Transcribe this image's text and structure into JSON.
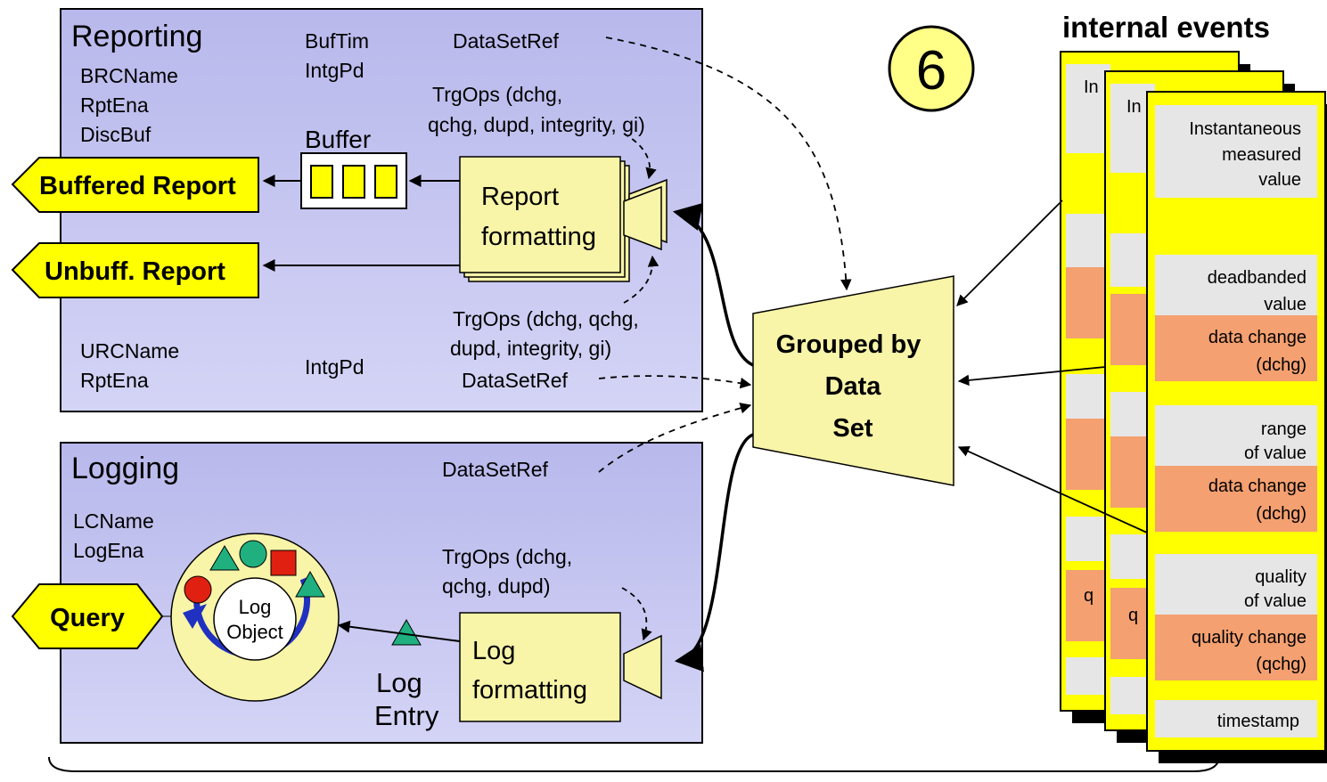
{
  "step_number": "6",
  "internal_events": {
    "title": "internal events",
    "back_labels": [
      "In",
      "In"
    ],
    "back_labels_q": [
      "q",
      "q"
    ],
    "items": {
      "instantaneous": [
        "Instantaneous",
        "measured",
        "value"
      ],
      "deadbanded": [
        "deadbanded",
        "value"
      ],
      "dchg1": [
        "data change",
        "(dchg)"
      ],
      "range": [
        "range",
        "of value"
      ],
      "dchg2": [
        "data change",
        "(dchg)"
      ],
      "quality": [
        "quality",
        "of value"
      ],
      "qchg": [
        "quality change",
        "(qchg)"
      ],
      "timestamp": "timestamp"
    }
  },
  "reporting": {
    "title": "Reporting",
    "brc_attrs": [
      "BRCName",
      "RptEna",
      "DiscBuf"
    ],
    "buf_attrs": [
      "BufTim",
      "IntgPd"
    ],
    "top_dataset_ref": "DataSetRef",
    "top_trgops": [
      "TrgOps (dchg,",
      "qchg, dupd, integrity, gi)"
    ],
    "buffer_label": "Buffer",
    "report_formatting": [
      "Report",
      "formatting"
    ],
    "bottom_trgops": [
      "TrgOps (dchg, qchg,",
      "dupd, integrity, gi)"
    ],
    "urc_attrs": [
      "URCName",
      "RptEna"
    ],
    "urc_intgpd": "IntgPd",
    "bottom_dataset_ref": "DataSetRef",
    "buffered_report": "Buffered Report",
    "unbuffered_report": "Unbuff. Report"
  },
  "grouped": [
    "Grouped by",
    "Data",
    "Set"
  ],
  "logging": {
    "title": "Logging",
    "dataset_ref": "DataSetRef",
    "attrs": [
      "LCName",
      "LogEna"
    ],
    "trgops": [
      "TrgOps (dchg,",
      "qchg, dupd)"
    ],
    "log_object": [
      "Log",
      "Object"
    ],
    "log_entry": [
      "Log",
      "Entry"
    ],
    "log_formatting": [
      "Log",
      "formatting"
    ],
    "query": "Query"
  },
  "colors": {
    "panel": "#c8c8f0",
    "yellow_box": "#f8f4a8",
    "yellow_bright": "#ffff00",
    "orange": "#f4a070",
    "gray_cell": "#e6e6e6",
    "blue_arrow": "#2030c0",
    "green": "#20b080",
    "red": "#e02010"
  }
}
